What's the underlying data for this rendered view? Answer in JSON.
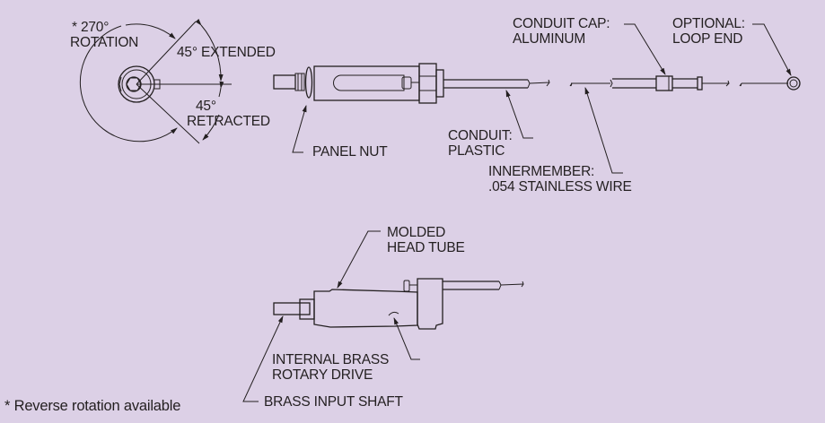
{
  "diagram": {
    "background_color": "#dcd0e6",
    "line_color": "#231f20",
    "rotation_view": {
      "rotation_label": [
        "* 270°",
        "ROTATION"
      ],
      "extended_label": "45° EXTENDED",
      "retracted_label": [
        "45°",
        "RETRACTED"
      ]
    },
    "side_view": {
      "panel_nut_label": "PANEL NUT",
      "conduit_label": [
        "CONDUIT:",
        "PLASTIC"
      ],
      "innermember_label": [
        "INNERMEMBER:",
        ".054 STAINLESS WIRE"
      ],
      "conduit_cap_label": [
        "CONDUIT CAP:",
        "ALUMINUM"
      ],
      "loop_end_label": [
        "OPTIONAL:",
        "LOOP END"
      ]
    },
    "detail_view": {
      "head_tube_label": [
        "MOLDED",
        "HEAD TUBE"
      ],
      "rotary_drive_label": [
        "INTERNAL BRASS",
        "ROTARY DRIVE"
      ],
      "input_shaft_label": "BRASS INPUT SHAFT"
    },
    "footnote": "* Reverse rotation available"
  }
}
